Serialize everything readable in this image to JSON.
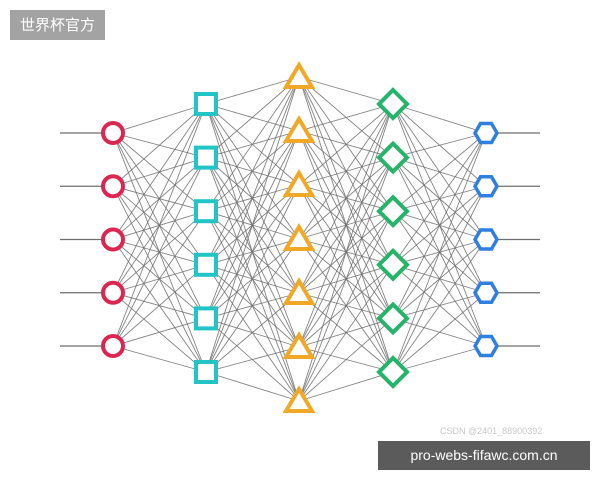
{
  "badge": {
    "text": "世界杯官方"
  },
  "watermark": {
    "text": "CSDN @2401_88900392"
  },
  "footer": {
    "url": "pro-webs-fifawc.com.cn"
  },
  "network": {
    "layers": [
      {
        "shape": "circle",
        "count": 5,
        "color": "#dc2650"
      },
      {
        "shape": "square",
        "count": 6,
        "color": "#22c4c6"
      },
      {
        "shape": "triangle",
        "count": 7,
        "color": "#f0a826"
      },
      {
        "shape": "diamond",
        "count": 6,
        "color": "#26b36a"
      },
      {
        "shape": "hexagon",
        "count": 5,
        "color": "#2f7fe0"
      }
    ],
    "edge_color": "#6e6e6e",
    "input_lines": true,
    "output_lines": true
  }
}
